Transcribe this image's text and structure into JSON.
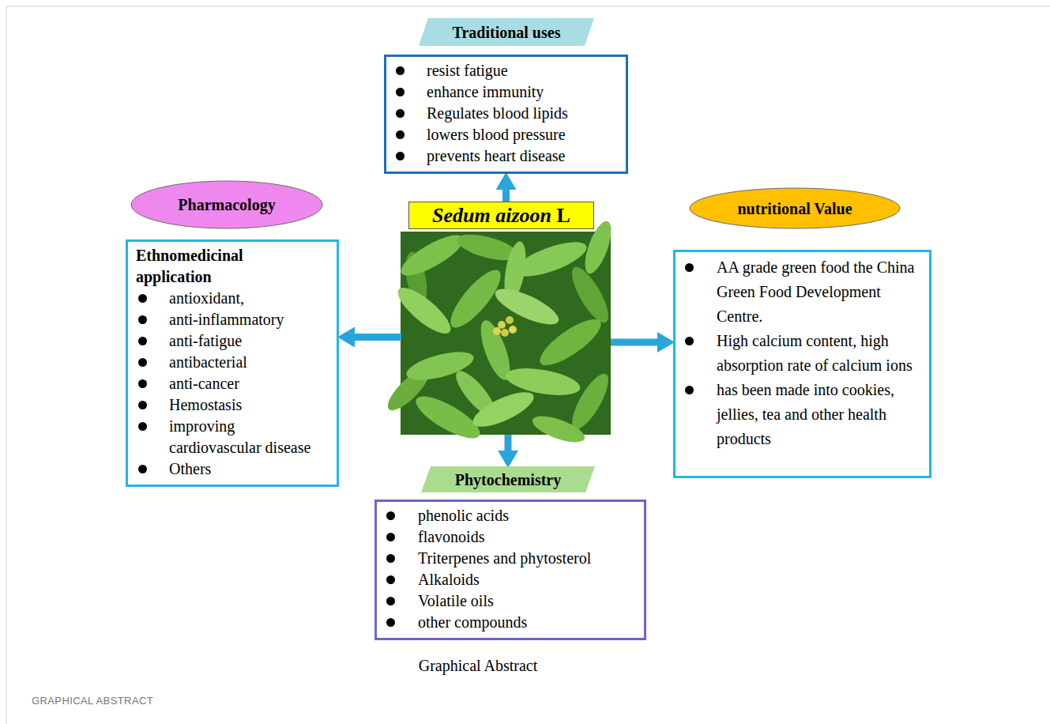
{
  "diagram": {
    "caption": "Graphical Abstract",
    "nodes": [
      {
        "text": [
          "Traditional uses"
        ]
      },
      {
        "text": [
          "resist fatigue",
          "enhance immunity",
          "Regulates blood lipids",
          "lowers blood pressure",
          "prevents heart disease"
        ]
      },
      {
        "text": [
          "Pharmacology"
        ]
      },
      {
        "text": [
          "Sedum aizoon L"
        ]
      },
      {
        "text": [
          "nutritional Value"
        ]
      },
      {
        "text": [
          "Ethnomedicinal application",
          "antioxidant,",
          "anti-inflammatory",
          "anti-fatigue",
          "antibacterial",
          "anti-cancer",
          "Hemostasis",
          "improving cardiovascular disease",
          "Others"
        ]
      },
      {
        "text": [
          "AA grade green food the China Green Food Development Centre.",
          "High calcium content, high absorption rate of calcium ions",
          "has been made into cookies, jellies, tea and other health products"
        ]
      },
      {
        "text": [
          "Phytochemistry"
        ]
      },
      {
        "text": [
          "phenolic acids",
          "flavonoids",
          "Triterpenes and phytosterol",
          "Alkaloids",
          "Volatile oils",
          "other compounds"
        ]
      }
    ],
    "edges": [
      {
        "from": 3,
        "to": 1,
        "arrow": "to"
      },
      {
        "from": 3,
        "to": 5,
        "arrow": "to"
      },
      {
        "from": 3,
        "to": 6,
        "arrow": "to"
      },
      {
        "from": 3,
        "to": 7,
        "arrow": "to"
      }
    ],
    "labels": [
      "GRAPHICAL ABSTRACT"
    ]
  }
}
